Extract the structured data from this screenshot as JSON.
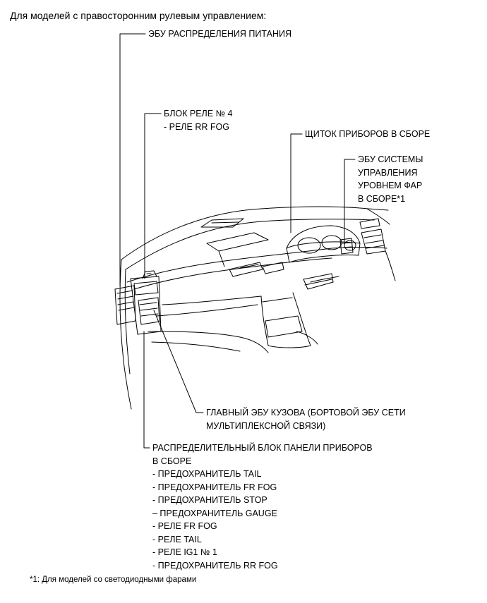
{
  "header": "Для моделей с правосторонним рулевым управлением:",
  "labels": {
    "power_dist_ecu": "ЭБУ РАСПРЕДЕЛЕНИЯ ПИТАНИЯ",
    "relay_block_4": {
      "title": "БЛОК РЕЛЕ № 4",
      "items": [
        "- РЕЛЕ RR FOG"
      ]
    },
    "combination_meter": "ЩИТОК ПРИБОРОВ В СБОРЕ",
    "headlight_leveling_ecu": [
      "ЭБУ СИСТЕМЫ",
      "УПРАВЛЕНИЯ",
      "УРОВНЕМ ФАР",
      "В СБОРЕ*1"
    ],
    "main_body_ecu": [
      "ГЛАВНЫЙ ЭБУ КУЗОВА (БОРТОВОЙ ЭБУ СЕТИ",
      "МУЛЬТИПЛЕКСНОЙ СВЯЗИ)"
    ],
    "instrument_panel_junction_block": {
      "title": [
        "РАСПРЕДЕЛИТЕЛЬНЫЙ БЛОК ПАНЕЛИ ПРИБОРОВ",
        "В СБОРЕ"
      ],
      "items": [
        "- ПРЕДОХРАНИТЕЛЬ TAIL",
        "- ПРЕДОХРАНИТЕЛЬ FR FOG",
        "- ПРЕДОХРАНИТЕЛЬ STOP",
        "– ПРЕДОХРАНИТЕЛЬ GAUGE",
        "- РЕЛЕ FR FOG",
        "- РЕЛЕ TAIL",
        "- РЕЛЕ IG1 № 1",
        "- ПРЕДОХРАНИТЕЛЬ RR FOG"
      ]
    }
  },
  "footnote": "*1: Для моделей со светодиодными фарами"
}
